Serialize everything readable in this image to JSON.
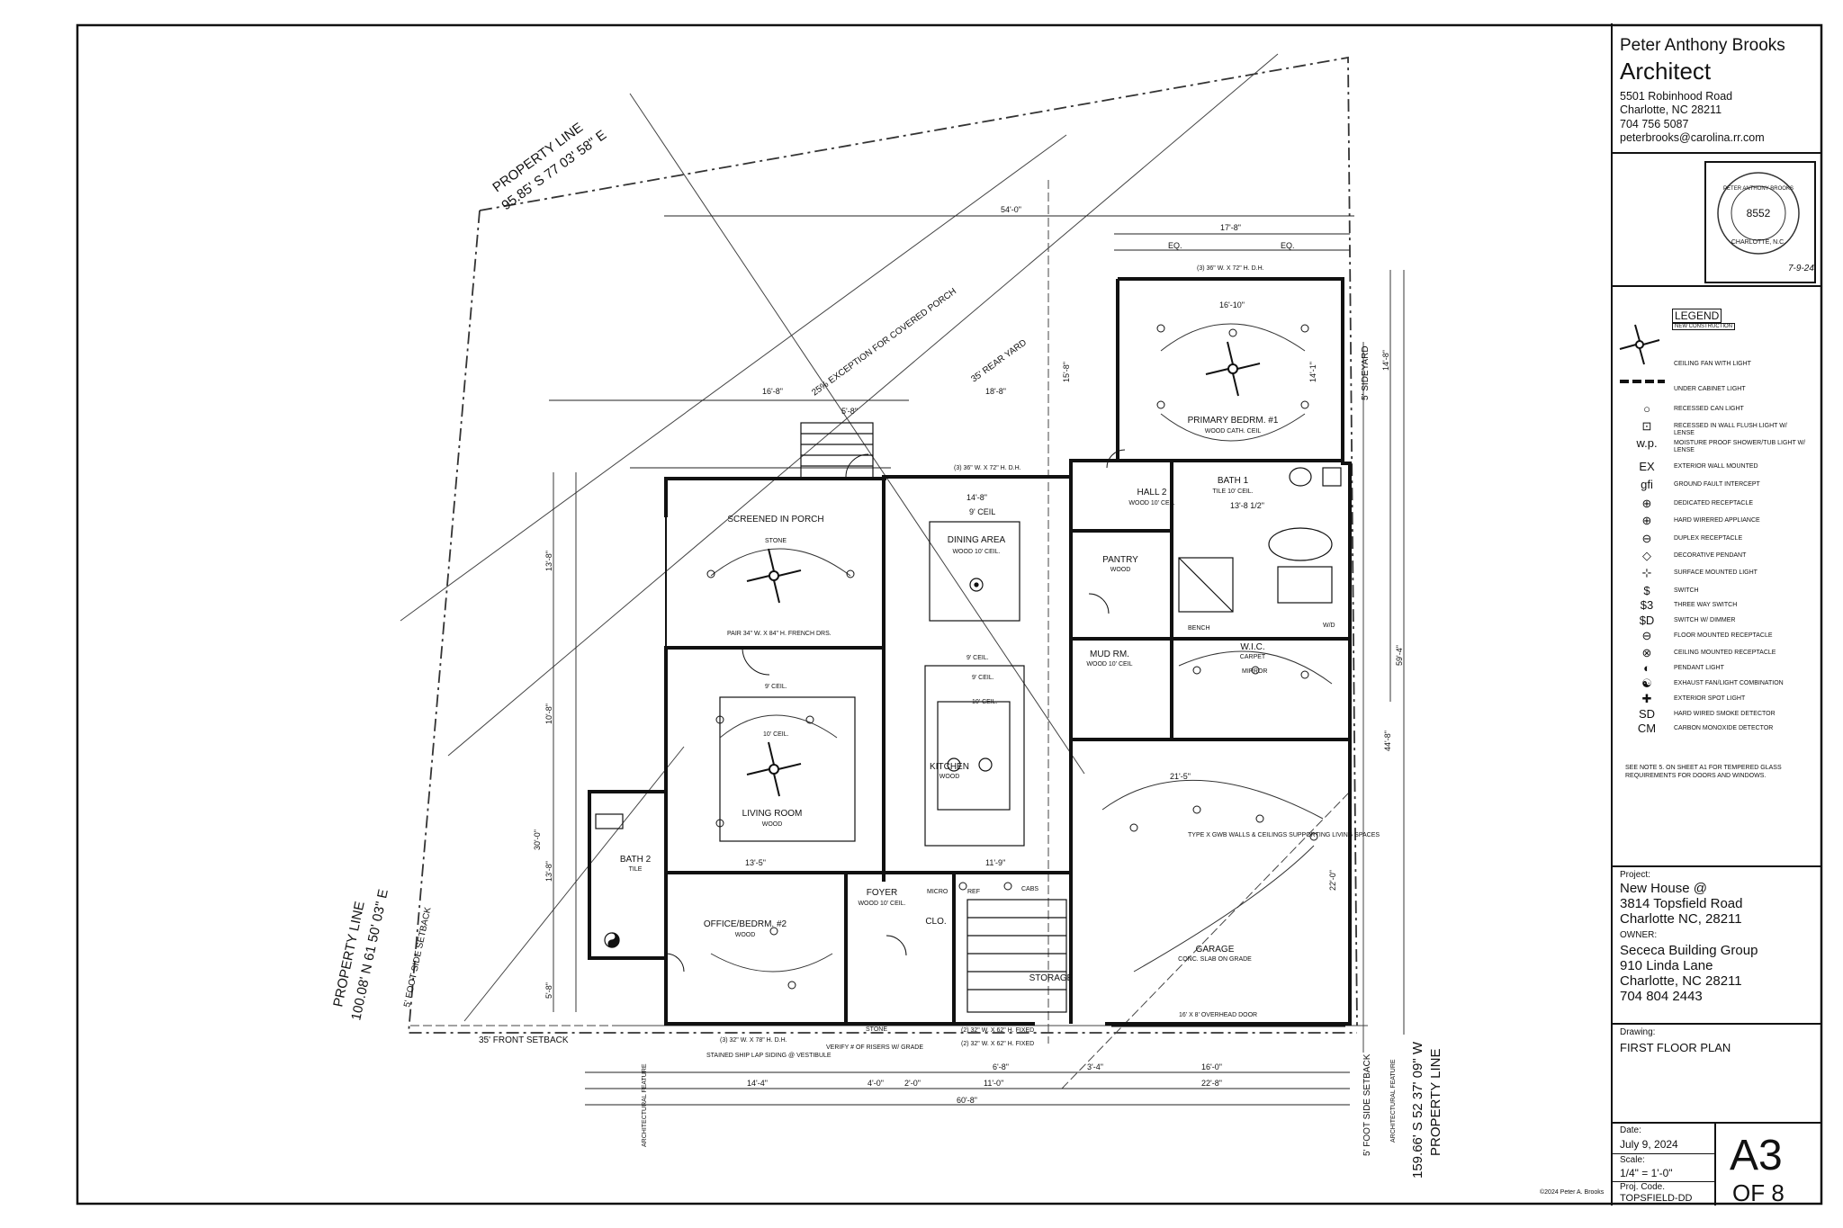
{
  "architect": {
    "name_line1": "Peter Anthony Brooks",
    "name_line2": "Architect",
    "address1": "5501 Robinhood Road",
    "address2": "Charlotte, NC 28211",
    "phone": "704 756 5087",
    "email": "peterbrooks@carolina.rr.com"
  },
  "seal": {
    "number": "8552",
    "city": "CHARLOTTE, N.C.",
    "arc_text": "PETER ANTHONY BROOKS",
    "date_note": "7-9-24"
  },
  "legend": {
    "title": "LEGEND",
    "subtitle": "NEW CONSTRUCTION",
    "items": [
      {
        "symbol": "",
        "label": "CEILING FAN WITH LIGHT"
      },
      {
        "symbol": "",
        "label": "UNDER CABINET LIGHT"
      },
      {
        "symbol": "○",
        "label": "RECESSED CAN LIGHT"
      },
      {
        "symbol": "⊡",
        "label": "RECESSED IN WALL FLUSH LIGHT W/ LENSE"
      },
      {
        "symbol": "w.p.",
        "label": "MOISTURE PROOF SHOWER/TUB LIGHT W/ LENSE"
      },
      {
        "symbol": "EX",
        "label": "EXTERIOR WALL MOUNTED"
      },
      {
        "symbol": "gfi",
        "label": "GROUND FAULT INTERCEPT"
      },
      {
        "symbol": "⊕",
        "label": "DEDICATED RECEPTACLE"
      },
      {
        "symbol": "⊕",
        "label": "HARD WIRERED APPLIANCE"
      },
      {
        "symbol": "⊖",
        "label": "DUPLEX RECEPTACLE"
      },
      {
        "symbol": "◇",
        "label": "DECORATIVE PENDANT"
      },
      {
        "symbol": "⊹",
        "label": "SURFACE MOUNTED LIGHT"
      },
      {
        "symbol": "$",
        "label": "SWITCH"
      },
      {
        "symbol": "$3",
        "label": "THREE WAY SWITCH"
      },
      {
        "symbol": "$D",
        "label": "SWITCH W/ DIMMER"
      },
      {
        "symbol": "⊖",
        "label": "FLOOR MOUNTED RECEPTACLE"
      },
      {
        "symbol": "⊗",
        "label": "CEILING MOUNTED RECEPTACLE"
      },
      {
        "symbol": "◐",
        "label": "PENDANT LIGHT"
      },
      {
        "symbol": "☯",
        "label": "EXHAUST FAN/LIGHT COMBINATION"
      },
      {
        "symbol": "✚",
        "label": "EXTERIOR SPOT LIGHT"
      },
      {
        "symbol": "SD",
        "label": "HARD WIRED SMOKE DETECTOR"
      },
      {
        "symbol": "CM",
        "label": "CARBON MONOXIDE DETECTOR"
      }
    ],
    "note": "SEE NOTE 5. ON SHEET A1 FOR TEMPERED GLASS REQUIREMENTS FOR DOORS AND WINDOWS."
  },
  "project": {
    "label": "Project:",
    "line1": "New House @",
    "line2": "3814 Topsfield Road",
    "line3": "Charlotte NC, 28211",
    "owner_label": "OWNER:",
    "owner1": "Sececa Building Group",
    "owner2": "910 Linda Lane",
    "owner3": "Charlotte, NC  28211",
    "owner4": "704 804 2443"
  },
  "drawing": {
    "label": "Drawing:",
    "title": "FIRST FLOOR PLAN"
  },
  "sheet_info": {
    "date_label": "Date:",
    "date": "July 9, 2024",
    "scale_label": "Scale:",
    "scale": "1/4\" = 1'-0\"",
    "code_label": "Proj. Code.",
    "code": "TOPSFIELD-DD",
    "sheet_number": "A3",
    "sheet_of": "OF 8"
  },
  "copyright": "©2024 Peter A. Brooks",
  "site": {
    "property_line": "PROPERTY LINE",
    "bearing_top": "95.85' S 77  03' 58\" E",
    "bearing_left": "100.08' N 61  50' 03\" E",
    "bearing_right": "159.66' S 52  37' 09\" W",
    "rear_yard": "35' REAR YARD",
    "porch_exception": "25% EXCEPTION FOR COVERED PORCH",
    "front_setback": "35' FRONT SETBACK",
    "side_setback": "5' FOOT SIDE SETBACK",
    "sideyard": "5' SIDEYARD",
    "arch_feature": "ARCHITECTURAL FEATURE"
  },
  "rooms": [
    {
      "name": "SCREENED IN PORCH",
      "sub": "STONE"
    },
    {
      "name": "DINING AREA",
      "sub": "WOOD 10' CEIL."
    },
    {
      "name": "PRIMARY BEDRM. #1",
      "sub": "WOOD CATH. CEIL"
    },
    {
      "name": "HALL 2",
      "sub": "WOOD 10' CEIL"
    },
    {
      "name": "BATH 1",
      "sub": "TILE 10' CEIL."
    },
    {
      "name": "PANTRY",
      "sub": "WOOD"
    },
    {
      "name": "MUD RM.",
      "sub": "WOOD 10' CEIL"
    },
    {
      "name": "W.I.C.",
      "sub": "CARPET"
    },
    {
      "name": "KITCHEN",
      "sub": "WOOD"
    },
    {
      "name": "LIVING ROOM",
      "sub": "WOOD"
    },
    {
      "name": "BATH 2",
      "sub": "TILE"
    },
    {
      "name": "OFFICE/BEDRM. #2",
      "sub": "WOOD"
    },
    {
      "name": "FOYER",
      "sub": "WOOD 10' CEIL."
    },
    {
      "name": "CLO.",
      "sub": ""
    },
    {
      "name": "STORAGE",
      "sub": ""
    },
    {
      "name": "GARAGE",
      "sub": "CONC. SLAB ON GRADE"
    }
  ],
  "notes": {
    "gwb": "TYPE X GWB WALLS & CEILINGS SUPPORTING LIVING SPACES",
    "overhead_door": "16' X 8' OVERHEAD DOOR",
    "french_doors": "PAIR  34\" W. X 84\" H. FRENCH DRS.",
    "siding": "STAINED SHIP LAP SIDING @ VESTIBULE",
    "risers": "VERIFY # OF RISERS W/ GRADE",
    "fixed1": "(2) 32\" W. X 62\" H. FIXED",
    "fixed2": "(2) 32\" W. X 62\" H. FIXED",
    "window_bed": "(3) 36\" W. X 72\" H. D.H.",
    "window_dining": "(3) 36\" W. X 72\" H. D.H.",
    "window_office": "(3) 32\" W. X 78\" H. D.H.",
    "mirror": "MIRROR",
    "bench": "BENCH",
    "micro": "MICRO",
    "ref": "REF",
    "cabs": "CABS",
    "wd": "W/D",
    "stone": "STONE",
    "ceil9_living": "9' CEIL.",
    "ceil10_living": "10' CEIL.",
    "ceil9_dining": "9' CEIL.",
    "ceil9_kitchen": "9' CEIL.",
    "ceil10_kitchen": "10' CEIL."
  },
  "dimensions": {
    "overall_top": "54'-0\"",
    "primary_width": "17'-8\"",
    "eq": "EQ.",
    "bed_inner": "16'-10\"",
    "bed_depth": "14'-1\"",
    "bed_side": "14'-8\"",
    "bed_left": "15'-8\"",
    "porch_total": "16'-8\"",
    "porch_right": "18'-8\"",
    "stair_w": "5'-8\"",
    "dining_w": "14'-8\"",
    "dining_ceil": "9' CEIL",
    "bath_w": "13'-8 1/2\"",
    "garage_w": "21'-5\"",
    "garage_d": "22'-0\"",
    "bottom_total": "60'-8\"",
    "bottom_a": "14'-4\"",
    "bottom_b": "4'-0\"",
    "bottom_c": "2'-0\"",
    "bottom_d": "11'-0\"",
    "bottom_e": "22'-8\"",
    "bottom_f": "6'-8\"",
    "bottom_g": "16'-0\"",
    "bottom_h": "3'-4\"",
    "left_a": "13'-8\"",
    "left_b": "30'-0\"",
    "left_c": "10'-8\"",
    "left_d": "13'-8\"",
    "left_e": "5'-8\"",
    "right_a": "59'-4\"",
    "right_b": "44'-8\"",
    "living_w": "13'-5\"",
    "kitchen_w": "11'-9\""
  }
}
